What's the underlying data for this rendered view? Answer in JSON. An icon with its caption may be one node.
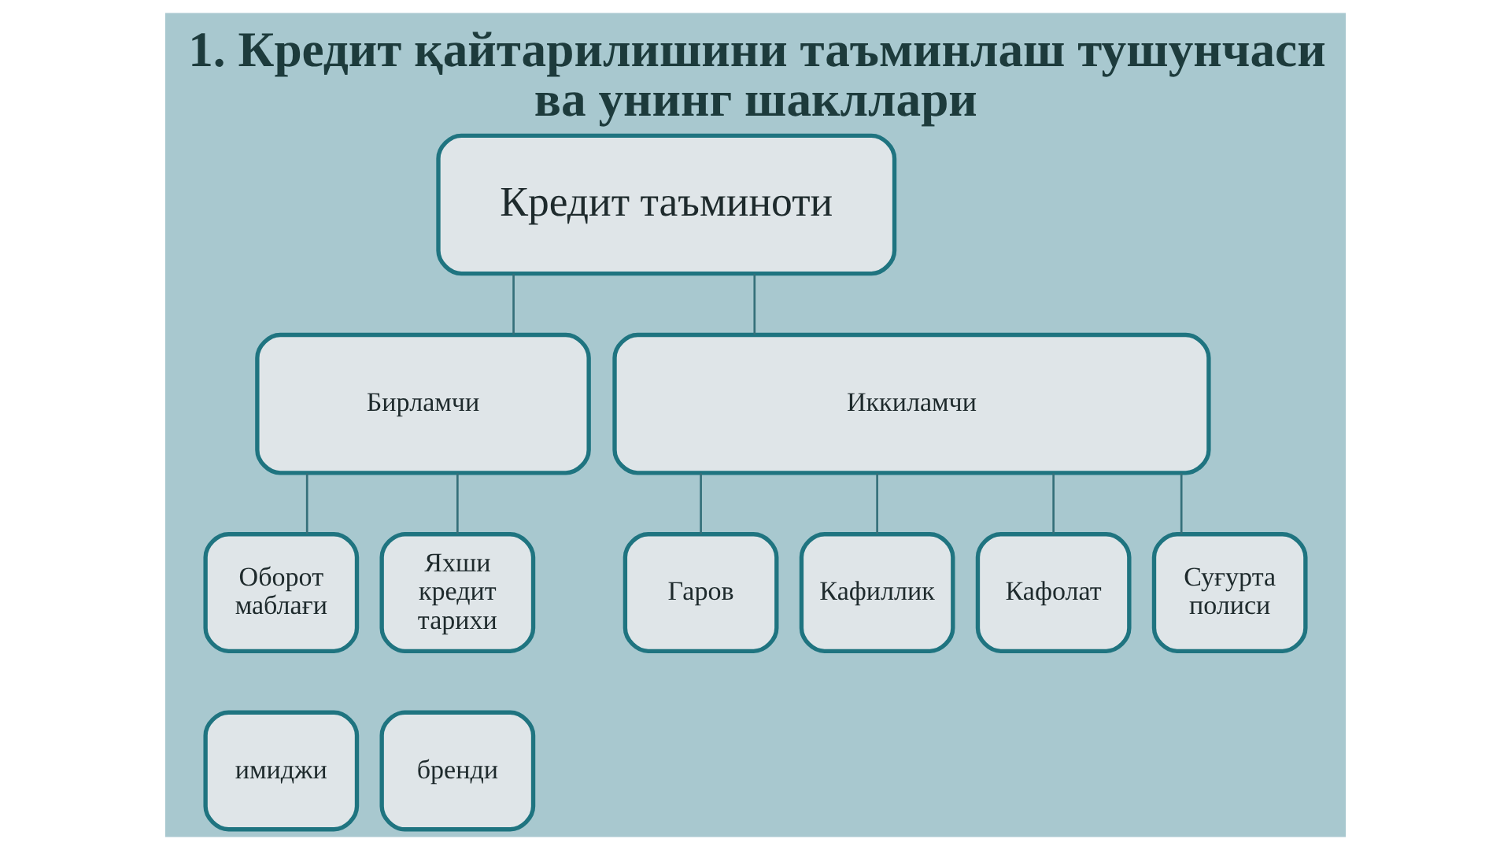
{
  "diagram": {
    "title": "1. Кредит қайтарилишини таъминлаш тушунчаси ва унинг шакллари",
    "nodes": [
      {
        "text": [
          "Кредит таъминоти"
        ]
      },
      {
        "text": [
          "Бирламчи"
        ]
      },
      {
        "text": [
          "Иккиламчи"
        ]
      },
      {
        "text": [
          "Оборот маблағи"
        ]
      },
      {
        "text": [
          "Яхши кредит тарихи"
        ]
      },
      {
        "text": [
          "имиджи"
        ]
      },
      {
        "text": [
          "бренди"
        ]
      },
      {
        "text": [
          "Гаров"
        ]
      },
      {
        "text": [
          "Кафиллик"
        ]
      },
      {
        "text": [
          "Кафолат"
        ]
      },
      {
        "text": [
          "Суғурта полиси"
        ]
      }
    ],
    "edges": [
      {
        "from": 0,
        "to": 1,
        "arrow": "none"
      },
      {
        "from": 0,
        "to": 2,
        "arrow": "none"
      },
      {
        "from": 1,
        "to": 3,
        "arrow": "none"
      },
      {
        "from": 1,
        "to": 4,
        "arrow": "none"
      },
      {
        "from": 2,
        "to": 7,
        "arrow": "none"
      },
      {
        "from": 2,
        "to": 8,
        "arrow": "none"
      },
      {
        "from": 2,
        "to": 9,
        "arrow": "none"
      },
      {
        "from": 2,
        "to": 10,
        "arrow": "none"
      }
    ]
  }
}
